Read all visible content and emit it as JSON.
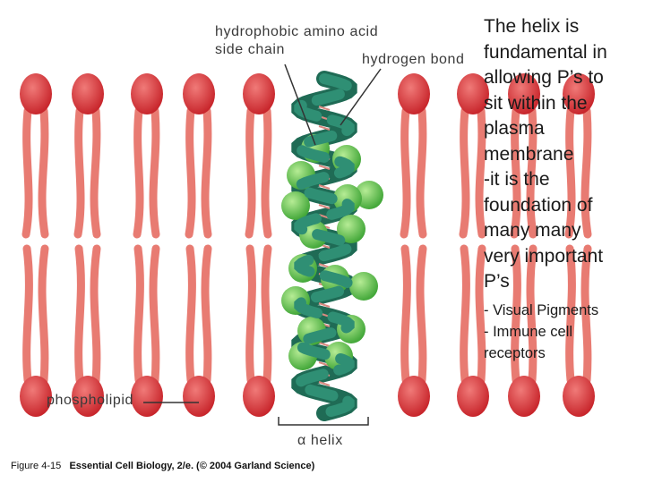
{
  "labels": {
    "side_chain_line1": "hydrophobic amino acid",
    "side_chain_line2": "side chain",
    "hydrogen_bond": "hydrogen bond",
    "phospholipid": "phospholipid",
    "alpha_helix": "α helix"
  },
  "slide_text": {
    "main_lines": [
      "The helix is",
      "fundamental in",
      "allowing P’s to",
      "sit within the",
      "plasma",
      "membrane",
      "-it is the",
      "foundation of",
      "many many",
      "very important",
      "P’s"
    ],
    "sub_lines": [
      "- Visual Pigments",
      "- Immune cell",
      "receptors"
    ]
  },
  "caption": {
    "figure": "Figure 4-15",
    "book": "Essential Cell Biology, 2/e. (© 2004 Garland Science)"
  },
  "colors": {
    "phospholipid_head": "#d8353a",
    "phospholipid_tail": "#e87b72",
    "helix_ribbon": "#2f8f74",
    "side_chain": "#5cbf4a"
  }
}
